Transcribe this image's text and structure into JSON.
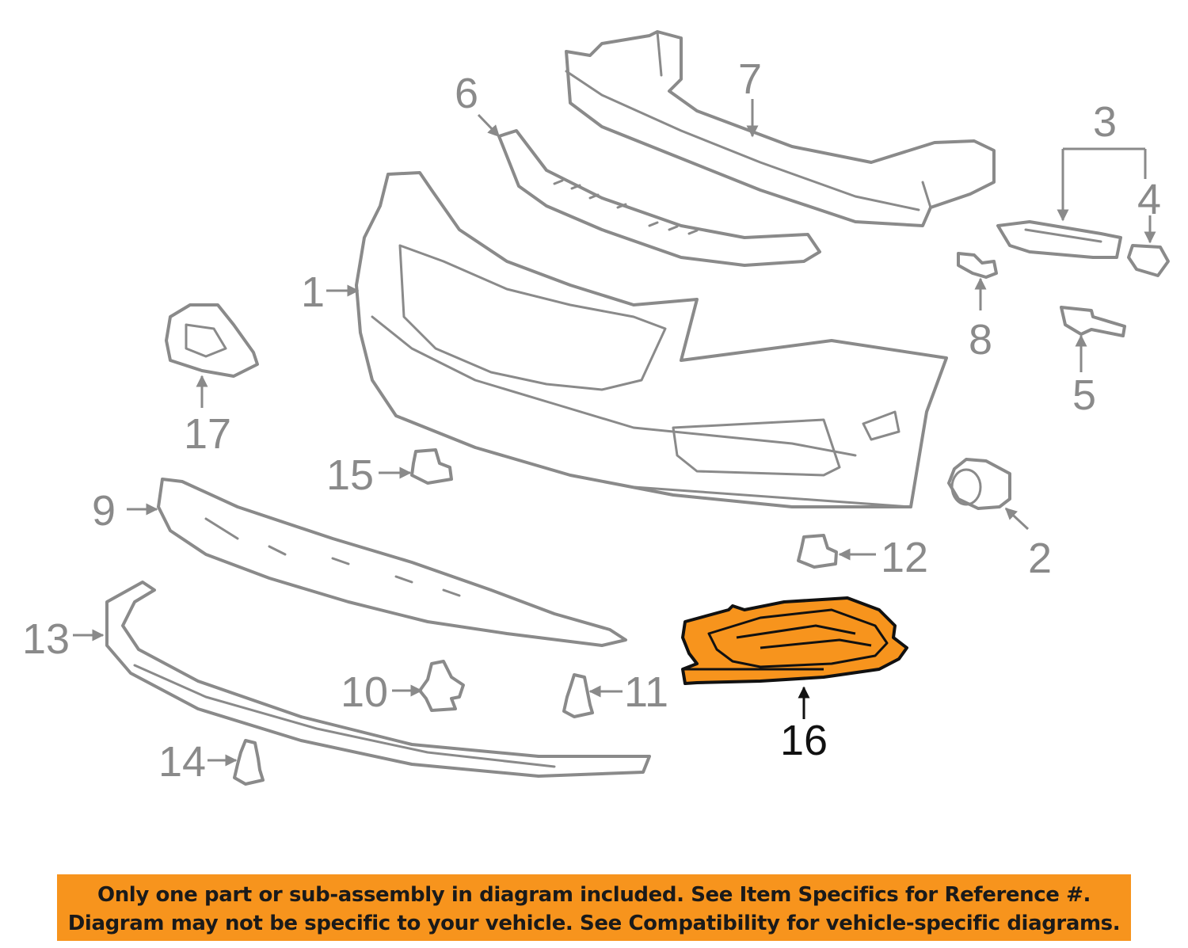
{
  "diagram": {
    "callouts": {
      "c1": "1",
      "c2": "2",
      "c3": "3",
      "c4": "4",
      "c5": "5",
      "c6": "6",
      "c7": "7",
      "c8": "8",
      "c9": "9",
      "c10": "10",
      "c11": "11",
      "c12": "12",
      "c13": "13",
      "c14": "14",
      "c15": "15",
      "c16": "16",
      "c17": "17"
    },
    "highlighted_part": "16",
    "colors": {
      "highlight_fill": "#f7941d",
      "line_art": "#8a8a8a",
      "highlight_outline": "#111111",
      "banner_background": "#f7941d"
    }
  },
  "notice": {
    "line1": "Only one part or sub-assembly in diagram included. See Item Specifics for Reference #.",
    "line2": "Diagram may not be specific to your vehicle. See Compatibility for vehicle-specific diagrams."
  }
}
